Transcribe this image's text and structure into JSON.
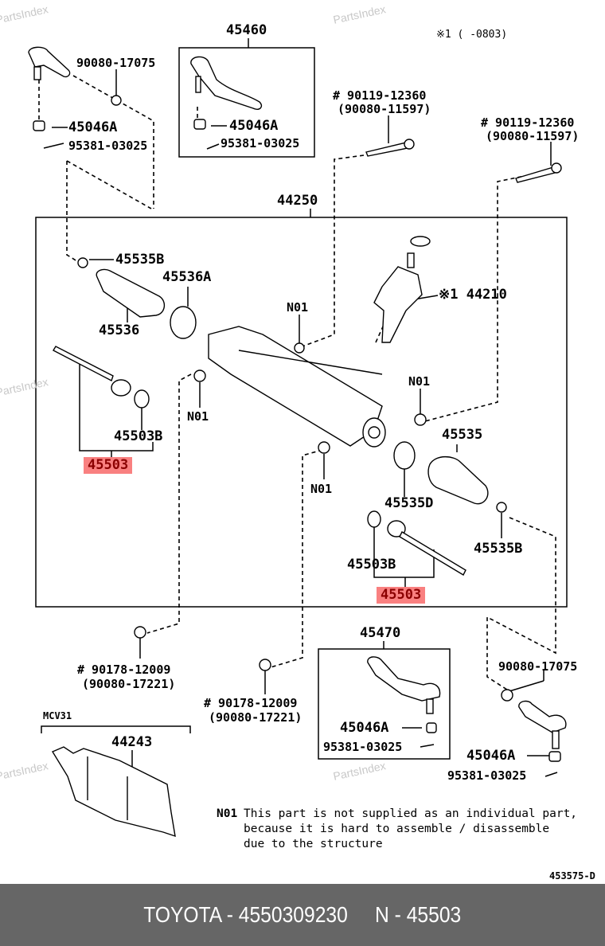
{
  "diagram": {
    "watermark": "PartsIndex",
    "variant_note": "※1 (      -0803)",
    "figure_code": "453575-D",
    "groups": {
      "idler_arm_assy": "45460",
      "rack_assy": "44250",
      "tie_rod_end_rh": "45470",
      "shield_model": "MCV31",
      "shield": "44243"
    },
    "labels": {
      "nut_top_left": "90080-17075",
      "castle_nut_top_left": "45046A",
      "cotter_pin_top_left": "95381-03025",
      "castle_nut_idler": "45046A",
      "cotter_pin_idler": "95381-03025",
      "bolt_1_code": "# 90119-12360",
      "bolt_1_alt": "(90080-11597)",
      "bolt_2_code": "# 90119-12360",
      "bolt_2_alt": "(90080-11597)",
      "clamp_left": "45535B",
      "boot_left": "45536",
      "clip_left": "45536A",
      "valve_assy": "※1 44210",
      "n01_a": "N01",
      "n01_b": "N01",
      "n01_c": "N01",
      "n01_d": "N01",
      "washer_left": "45503B",
      "tie_rod_left": "45503",
      "boot_right": "45535",
      "clip_right": "45535D",
      "washer_right": "45503B",
      "clamp_right": "45535B",
      "tie_rod_right": "45503",
      "nut_left_bottom_code": "# 90178-12009",
      "nut_left_bottom_alt": "(90080-17221)",
      "nut_mid_bottom_code": "# 90178-12009",
      "nut_mid_bottom_alt": "(90080-17221)",
      "nut_bottom_right": "90080-17075",
      "castle_nut_45470": "45046A",
      "cotter_pin_45470": "95381-03025",
      "castle_nut_right": "45046A",
      "cotter_pin_right": "95381-03025"
    },
    "highlight_color": "#f98080",
    "highlight_text_color": "#8b0000",
    "note": {
      "key": "N01",
      "lines": [
        "This part is not supplied as an individual part,",
        "because it is hard to assemble / disassemble",
        "due to the structure"
      ]
    }
  },
  "footer": {
    "text": "TOYOTA - 4550309230     N - 45503",
    "background": "#666666"
  }
}
